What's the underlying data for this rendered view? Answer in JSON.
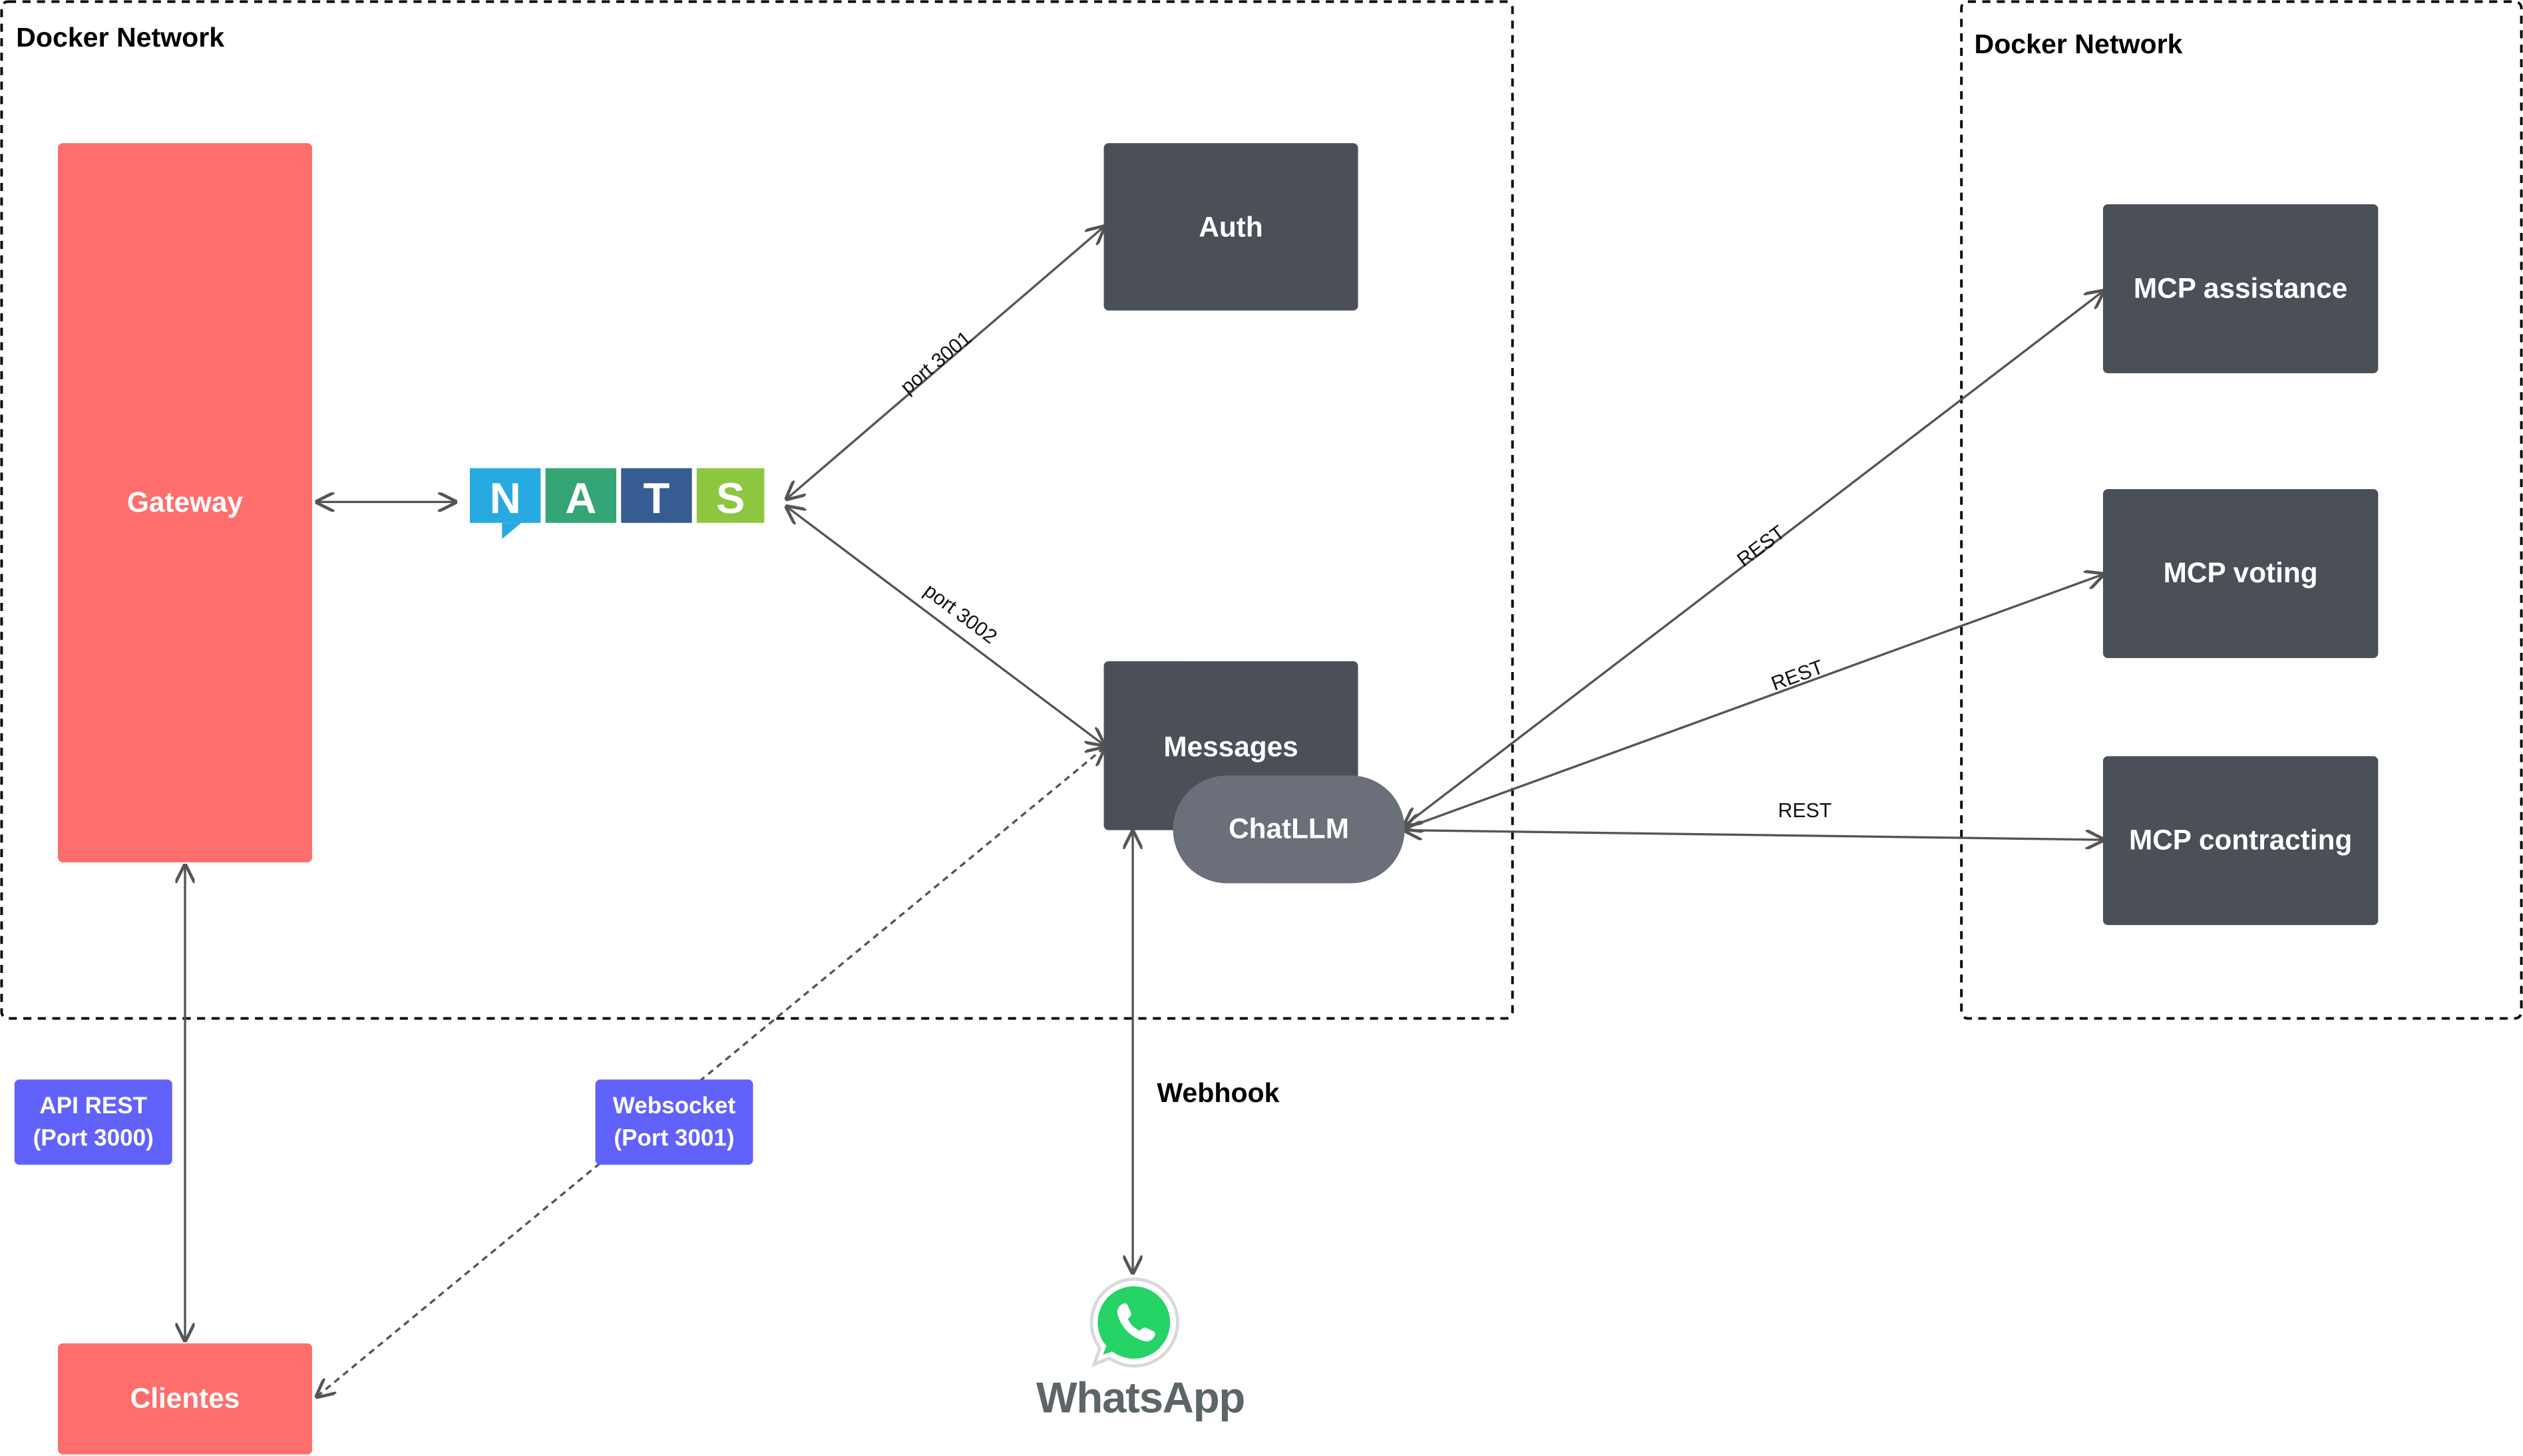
{
  "networks": {
    "left_label": "Docker Network",
    "right_label": "Docker Network"
  },
  "nodes": {
    "gateway": "Gateway",
    "auth": "Auth",
    "messages": "Messages",
    "chatllm": "ChatLLM",
    "clientes": "Clientes",
    "mcp_assistance": "MCP assistance",
    "mcp_voting": "MCP voting",
    "mcp_contracting": "MCP contracting"
  },
  "nats_logo": {
    "letters": [
      "N",
      "A",
      "T",
      "S"
    ],
    "colors": [
      "#27aae1",
      "#34a574",
      "#375c93",
      "#8dc63f"
    ]
  },
  "edge_labels": {
    "nats_auth": "port 3001",
    "nats_messages": "port 3002",
    "chat_assistance": "REST",
    "chat_voting": "REST",
    "chat_contracting": "REST",
    "webhook": "Webhook"
  },
  "tags": {
    "api_rest": {
      "line1": "API REST",
      "line2": "(Port 3000)"
    },
    "websocket": {
      "line1": "Websocket",
      "line2": "(Port 3001)"
    }
  },
  "whatsapp": {
    "wordmark": "WhatsApp",
    "icon": "whatsapp-phone-icon"
  },
  "colors": {
    "dark_box": "#4a4f58",
    "red_box": "#fd6e6c",
    "pill": "#6b6f7a",
    "tag": "#6161fc",
    "whatsapp_green": "#25d366",
    "arrow": "#555555"
  }
}
